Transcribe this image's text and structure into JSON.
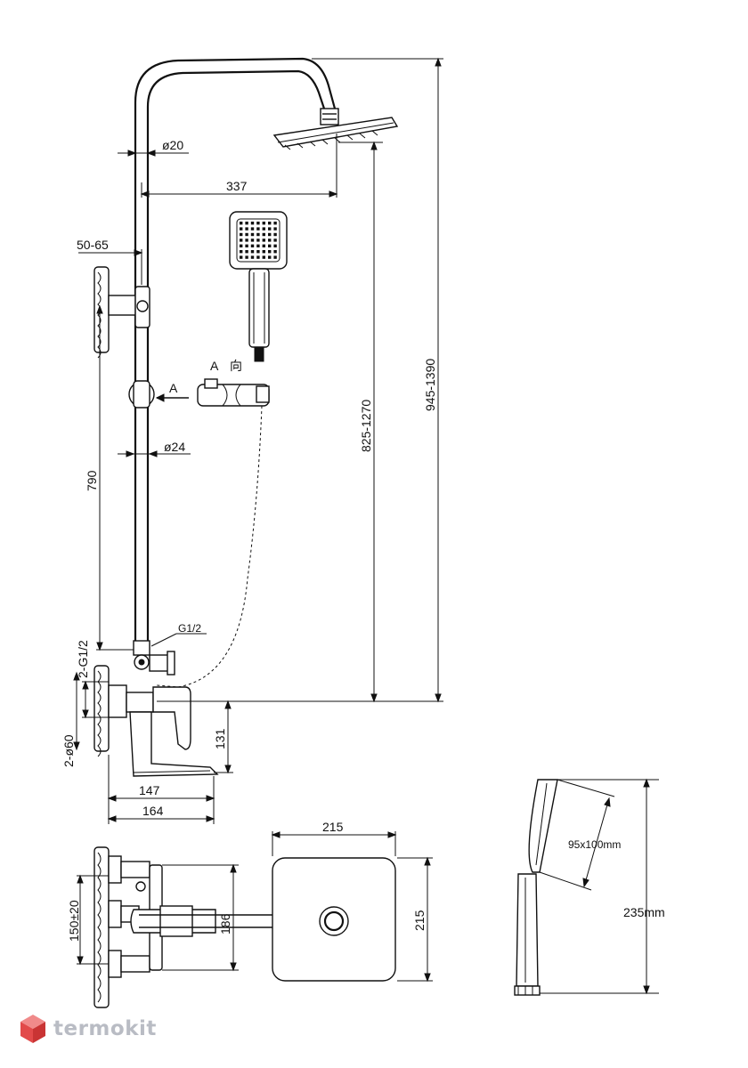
{
  "dimensions": {
    "top_pipe_diameter": "ø20",
    "arm_reach": "337",
    "wall_bracket_range": "50-65",
    "slider_bar_diameter": "ø24",
    "bracket_to_outlet": "790",
    "head_height_range": "825-1270",
    "total_height_range": "945-1390",
    "outlet_thread": "G1/2",
    "inlet_thread": "2-G1/2",
    "inlet_flange": "2-ø60",
    "spout_height": "131",
    "spout_depth": "147",
    "mixer_depth": "164",
    "head_width": "215",
    "head_depth": "215",
    "mixer_body_height": "186",
    "inlet_spacing": "150±20",
    "hand_head_size": "95x100mm",
    "hand_length": "235mm"
  },
  "labels": {
    "view_arrow": "A",
    "view_caption": "A",
    "view_caption_char": "向"
  },
  "brand": {
    "name": "termokit",
    "colors": {
      "top": "#f08a8a",
      "left": "#e24a4a",
      "right": "#c93434"
    }
  }
}
